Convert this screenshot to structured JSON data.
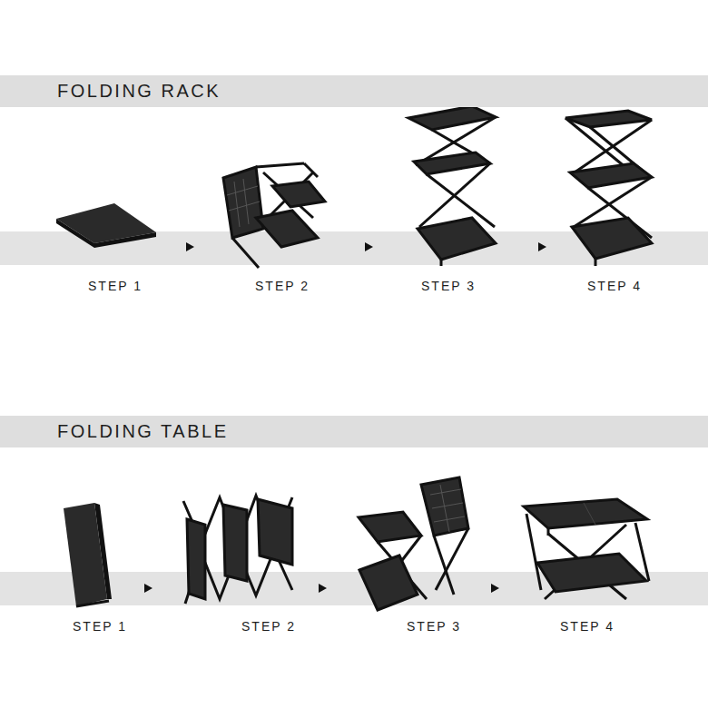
{
  "diagram": {
    "nodes": [
      {
        "text": [
          "FOLDING RACK"
        ]
      },
      {
        "text": [
          "FOLDING TABLE"
        ]
      }
    ],
    "labels": [
      "STEP 1",
      "STEP 2",
      "STEP 3",
      "STEP 4",
      "STEP 1",
      "STEP 2",
      "STEP 3",
      "STEP 4"
    ]
  }
}
